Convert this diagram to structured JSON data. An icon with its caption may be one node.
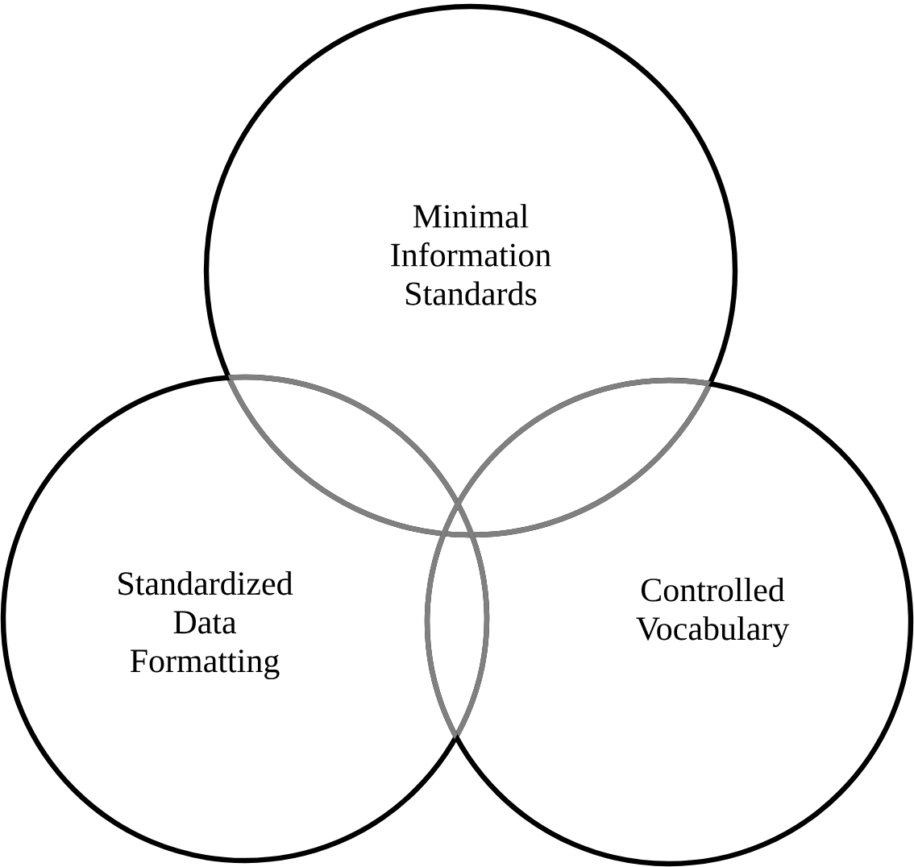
{
  "diagram": {
    "nodes": [
      {
        "text": [
          "Minimal Information Standards"
        ]
      },
      {
        "text": [
          "Standardized Data Formatting"
        ]
      },
      {
        "text": [
          "Controlled Vocabulary"
        ]
      }
    ]
  }
}
